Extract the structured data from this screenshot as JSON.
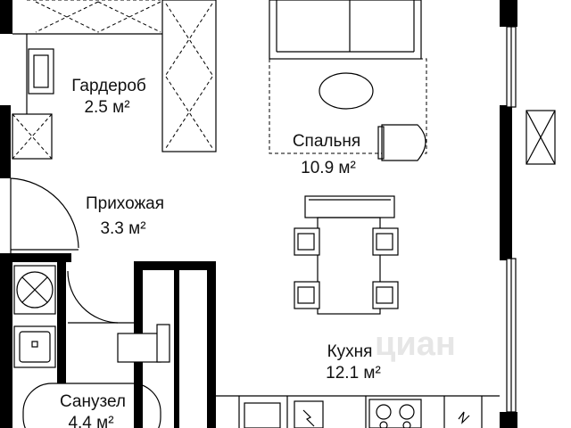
{
  "rooms": {
    "wardrobe": {
      "name": "Гардероб",
      "area": "2.5 м²"
    },
    "bedroom": {
      "name": "Спальня",
      "area": "10.9 м²"
    },
    "hallway": {
      "name": "Прихожая",
      "area": "3.3 м²"
    },
    "bathroom": {
      "name": "Санузел",
      "area": "4.4 м²"
    },
    "kitchen": {
      "name": "Кухня",
      "area": "12.1 м²"
    }
  },
  "watermark": "циан",
  "colors": {
    "wall": "#000000",
    "line": "#000000",
    "background": "#ffffff"
  }
}
